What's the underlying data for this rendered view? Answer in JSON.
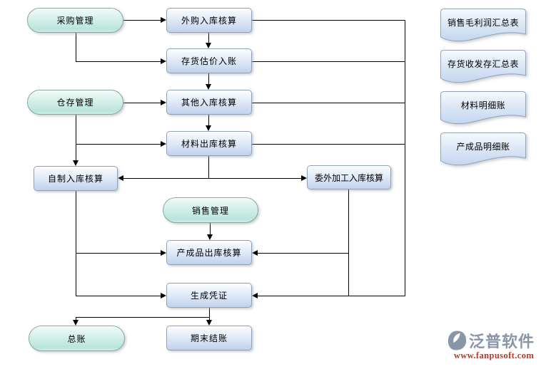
{
  "page": {
    "background": "#ffffff"
  },
  "diagram": {
    "nodes": {
      "purchase": "采购管理",
      "outsourced_in": "外购入库核算",
      "valuation": "存货估价入账",
      "warehouse": "仓存管理",
      "other_in": "其他入库核算",
      "material_out": "材料出库核算",
      "selfmade_in": "自制入库核算",
      "outsourcing_in": "委外加工入库核算",
      "sales": "销售管理",
      "finished_out": "产成品出库核算",
      "voucher": "生成凭证",
      "ledger": "总账",
      "closing": "期末结账"
    },
    "reports": [
      "销售毛利润汇总表",
      "存货收发存汇总表",
      "材料明细账",
      "产成品明细账"
    ],
    "colors": {
      "process_box_fill_top": "#fbfdff",
      "process_box_fill_bottom": "#c2d2ec",
      "process_box_border": "#8fa0b8",
      "terminal_pill_fill_top": "#effbf8",
      "terminal_pill_fill_bottom": "#b9e4dd",
      "terminal_pill_border": "#8ba39e",
      "document_fill_top": "#f7fafd",
      "document_fill_bottom": "#c3d5ee",
      "connector": "#000000",
      "logo_text_color": "#8b95a8",
      "logo_url_color": "#bb392a"
    }
  },
  "branding": {
    "logo_text": "泛普软件",
    "site_url": "www.fanpusoft.com"
  }
}
